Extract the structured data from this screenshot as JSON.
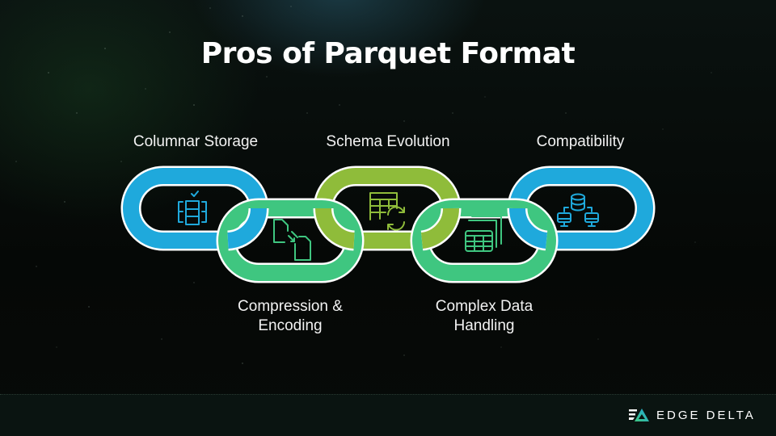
{
  "slide": {
    "title": "Pros of Parquet Format"
  },
  "links": [
    {
      "id": "columnar-storage",
      "label": "Columnar Storage",
      "position": "top",
      "color": "#1fa9dc",
      "icon": "columnar-database-check-icon"
    },
    {
      "id": "compression-encoding",
      "label_lines": [
        "Compression &",
        "Encoding"
      ],
      "position": "bottom",
      "color": "#3fc680",
      "icon": "file-transfer-compress-icon"
    },
    {
      "id": "schema-evolution",
      "label": "Schema Evolution",
      "position": "top",
      "color": "#8fbc3a",
      "icon": "table-sync-icon"
    },
    {
      "id": "complex-data-handling",
      "label_lines": [
        "Complex Data",
        "Handling"
      ],
      "position": "bottom",
      "color": "#3fc680",
      "icon": "stacked-tables-icon"
    },
    {
      "id": "compatibility",
      "label": "Compatibility",
      "position": "top",
      "color": "#1fa9dc",
      "icon": "database-network-icon"
    }
  ],
  "colors": {
    "blue": "#1fa9dc",
    "green": "#3fc680",
    "lime": "#8fbc3a",
    "outline": "#ffffff",
    "background": "#060a08"
  },
  "brand": {
    "name": "EDGE DELTA",
    "logo_icon": "edge-delta-logo-icon"
  }
}
